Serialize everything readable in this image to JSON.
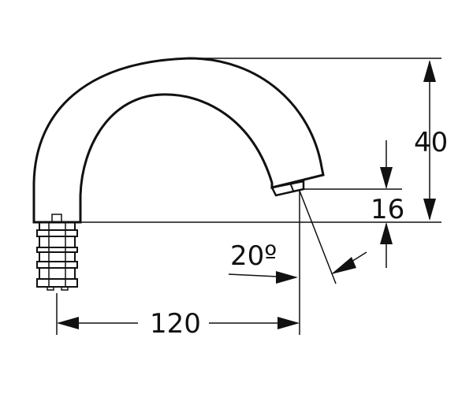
{
  "diagram": {
    "kind": "technical drawing of a curved spout with dimensions",
    "dimensions": {
      "height_total": "40",
      "height_outlet": "16",
      "angle": "20º",
      "projection": "120"
    }
  },
  "colors": {
    "ink": "#111111",
    "paper": "#ffffff"
  }
}
